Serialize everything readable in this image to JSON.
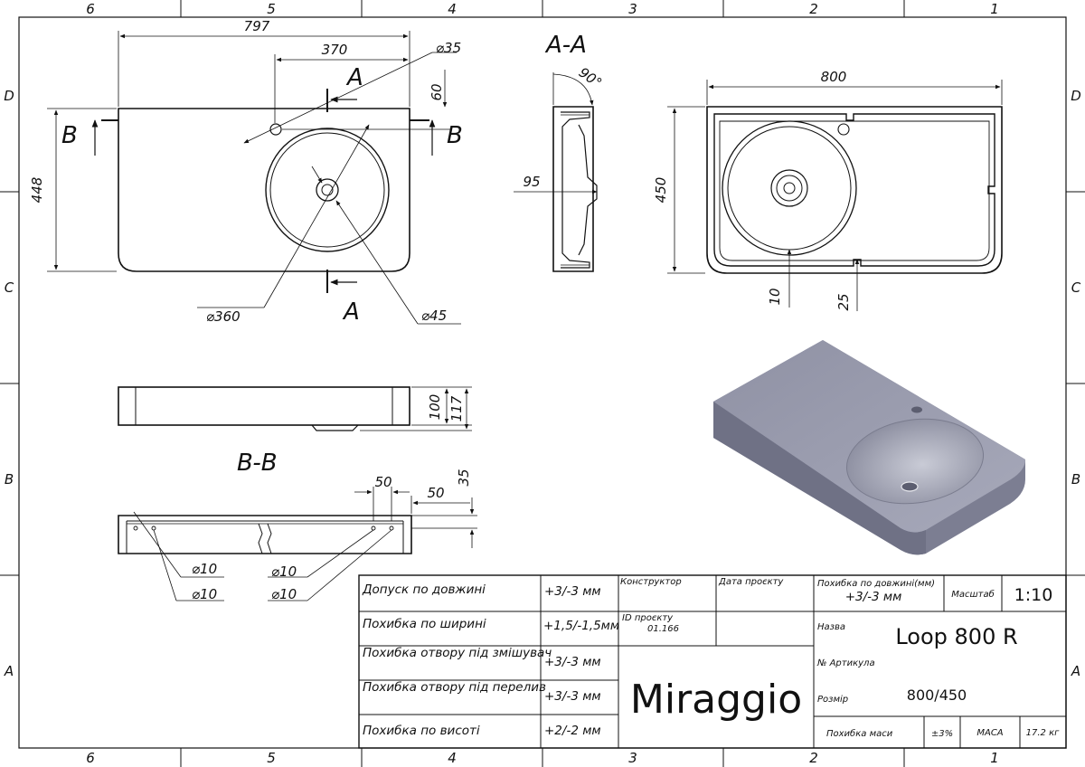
{
  "grid": {
    "columns": [
      "6",
      "5",
      "4",
      "3",
      "2",
      "1"
    ],
    "rows": [
      "D",
      "C",
      "B",
      "A"
    ]
  },
  "top_view": {
    "dim_length": "797",
    "dim_bowl_offset": "370",
    "dim_hole_dia": "⌀35",
    "dim_hole_offset": "60",
    "dim_height": "448",
    "dim_bowl_dia": "⌀360",
    "dim_drain_dia": "⌀45",
    "section_a": "A",
    "section_b": "B"
  },
  "section_aa": {
    "title": "A-A",
    "dim_angle": "90°",
    "dim_depth": "95"
  },
  "bottom_view": {
    "dim_width": "800",
    "dim_height": "450",
    "dim_rim": "10",
    "dim_notch": "25"
  },
  "side_view": {
    "dim_100": "100",
    "dim_117": "117"
  },
  "section_bb": {
    "title": "B-B",
    "dim_50a": "50",
    "dim_50b": "50",
    "dim_35": "35",
    "dia_10": [
      "⌀10",
      "⌀10",
      "⌀10",
      "⌀10"
    ]
  },
  "title_block": {
    "tolerances": [
      {
        "label": "Допуск по довжині",
        "value": "+3/-3 мм"
      },
      {
        "label": "Похибка по ширині",
        "value": "+1,5/-1,5мм"
      },
      {
        "label": "Похибка отвору під змішувач",
        "value": "+3/-3 мм"
      },
      {
        "label": "Похибка отвору під перелив",
        "value": "+3/-3 мм"
      },
      {
        "label": "Похибка по висоті",
        "value": "+2/-2 мм"
      }
    ],
    "constructor_label": "Конструктор",
    "date_label": "Дата проєкту",
    "project_id_label": "ID проєкту",
    "project_id": "01.166",
    "brand": "Miraggio",
    "length_error_label": "Похибка по довжині(мм)",
    "length_error_value": "+3/-3 мм",
    "scale_label": "Масштаб",
    "scale_value": "1:10",
    "name_label": "Назва",
    "name_value": "Loop 800 R",
    "article_label": "№ Артикула",
    "size_label": "Розмір",
    "size_value": "800/450",
    "mass_error_label": "Похибка маси",
    "mass_error_value": "±3%",
    "mass_label": "МАСА",
    "mass_value": "17.2 кг"
  },
  "colors": {
    "line": "#111111",
    "render_top": "#9a9cae",
    "render_side": "#7c7e92",
    "render_bowl": "#b9bbc8"
  }
}
